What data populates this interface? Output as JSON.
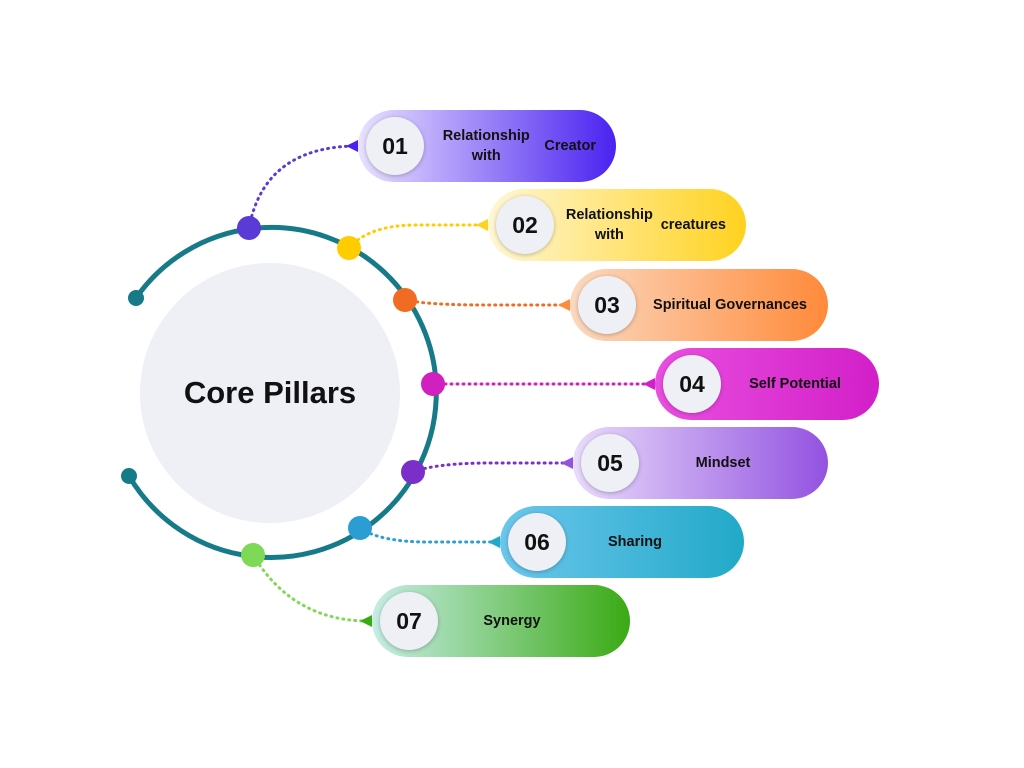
{
  "center": {
    "title": "Core Pillars"
  },
  "items": [
    {
      "number": "01",
      "label": "Relationship with Creator",
      "lines": [
        "Relationship with",
        "Creator"
      ],
      "color": "#4a22f0",
      "light": "#e9e2ff",
      "dot": "#5b3bd6"
    },
    {
      "number": "02",
      "label": "Relationship with creatures",
      "lines": [
        "Relationship with",
        "creatures"
      ],
      "color": "#ffd21f",
      "light": "#fff7d6",
      "dot": "#ffcc00"
    },
    {
      "number": "03",
      "label": "Spiritual Governances",
      "lines": [
        "Spiritual Governances"
      ],
      "color": "#ff8a3a",
      "light": "#fbd9c0",
      "dot": "#f26b22"
    },
    {
      "number": "04",
      "label": "Self Potential",
      "lines": [
        "Self Potential"
      ],
      "color": "#d21fc8",
      "light": "#e94fe0",
      "dot": "#d020c0"
    },
    {
      "number": "05",
      "label": "Mindset",
      "lines": [
        "Mindset"
      ],
      "color": "#9352e0",
      "light": "#e8dcfb",
      "dot": "#7a2fc8"
    },
    {
      "number": "06",
      "label": "Sharing",
      "lines": [
        "Sharing"
      ],
      "color": "#22a9c8",
      "light": "#6cc6ec",
      "dot": "#2a9ed2"
    },
    {
      "number": "07",
      "label": "Synergy",
      "lines": [
        "Synergy"
      ],
      "color": "#3aaa14",
      "light": "#c7ece6",
      "dot": "#7ed957"
    }
  ],
  "ring": {
    "color": "#167a88",
    "center_fill": "#eef0f5"
  }
}
